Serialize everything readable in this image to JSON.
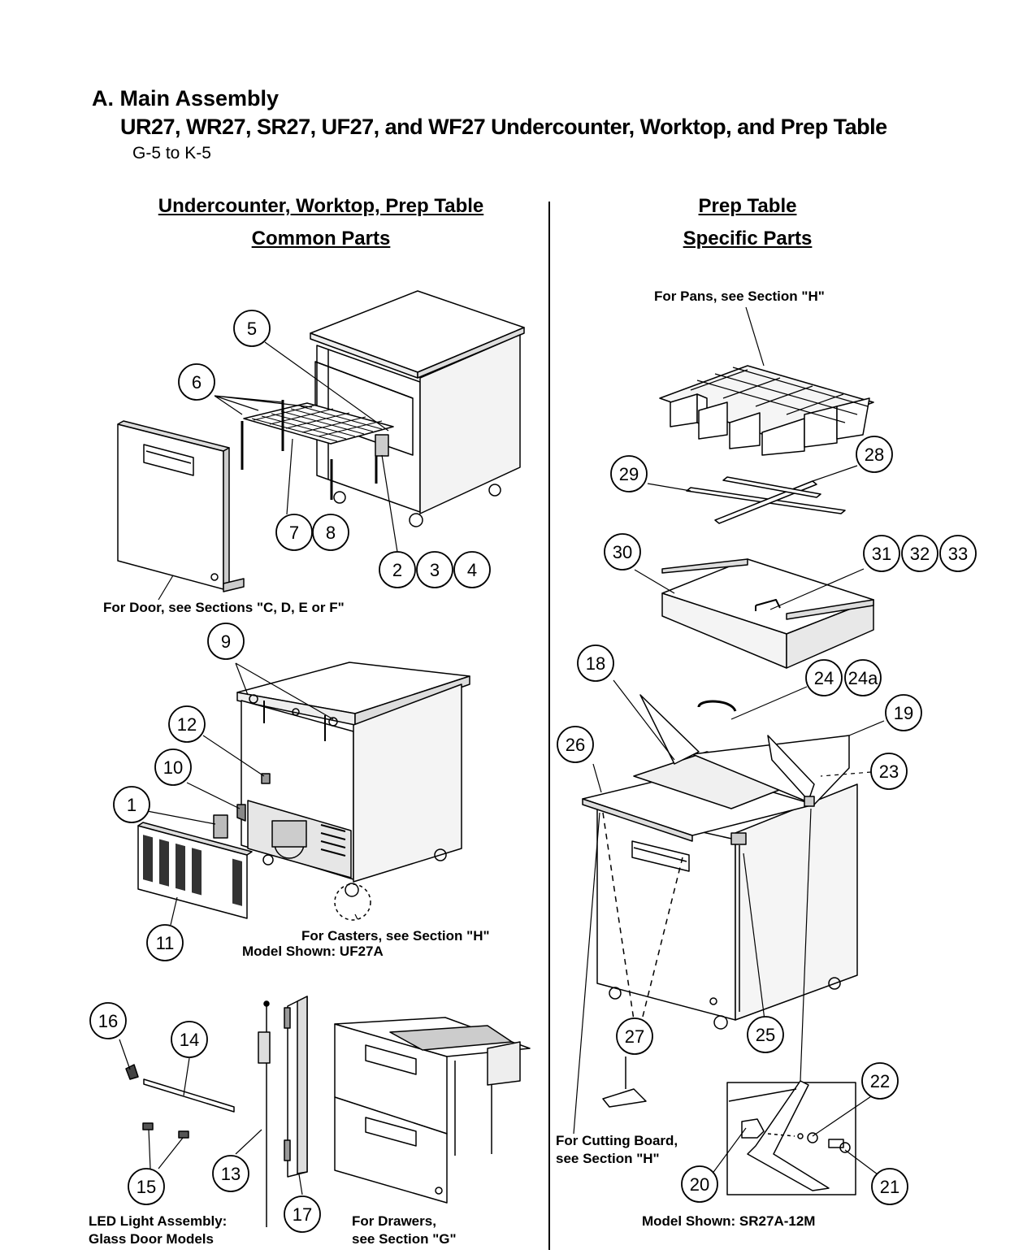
{
  "title": {
    "section": "A. Main Assembly",
    "models": "UR27, WR27, SR27, UF27, and WF27 Undercounter, Worktop, and Prep Table",
    "range": "G-5 to K-5"
  },
  "left_panel": {
    "heading_line1": "Undercounter, Worktop, Prep Table",
    "heading_line2": "Common Parts",
    "notes": {
      "door": "For Door, see Sections \"C, D, E or F\"",
      "casters": "For Casters, see Section \"H\"",
      "model_shown": "Model Shown: UF27A",
      "led_line1": "LED Light Assembly:",
      "led_line2": "Glass Door Models",
      "drawers_line1": "For Drawers,",
      "drawers_line2": "see Section \"G\""
    }
  },
  "right_panel": {
    "heading_line1": "Prep Table",
    "heading_line2": "Specific Parts",
    "notes": {
      "pans": "For Pans, see Section \"H\"",
      "cutting_line1": "For Cutting Board,",
      "cutting_line2": "see Section \"H\"",
      "model_shown": "Model Shown: SR27A-12M"
    }
  },
  "callouts": {
    "c1": "1",
    "c2": "2",
    "c3": "3",
    "c4": "4",
    "c5": "5",
    "c6": "6",
    "c7": "7",
    "c8": "8",
    "c9": "9",
    "c10": "10",
    "c11": "11",
    "c12": "12",
    "c13": "13",
    "c14": "14",
    "c15": "15",
    "c16": "16",
    "c17": "17",
    "c18": "18",
    "c19": "19",
    "c20": "20",
    "c21": "21",
    "c22": "22",
    "c23": "23",
    "c24": "24",
    "c24a": "24a",
    "c25": "25",
    "c26": "26",
    "c27": "27",
    "c28": "28",
    "c29": "29",
    "c30": "30",
    "c31": "31",
    "c32": "32",
    "c33": "33"
  }
}
